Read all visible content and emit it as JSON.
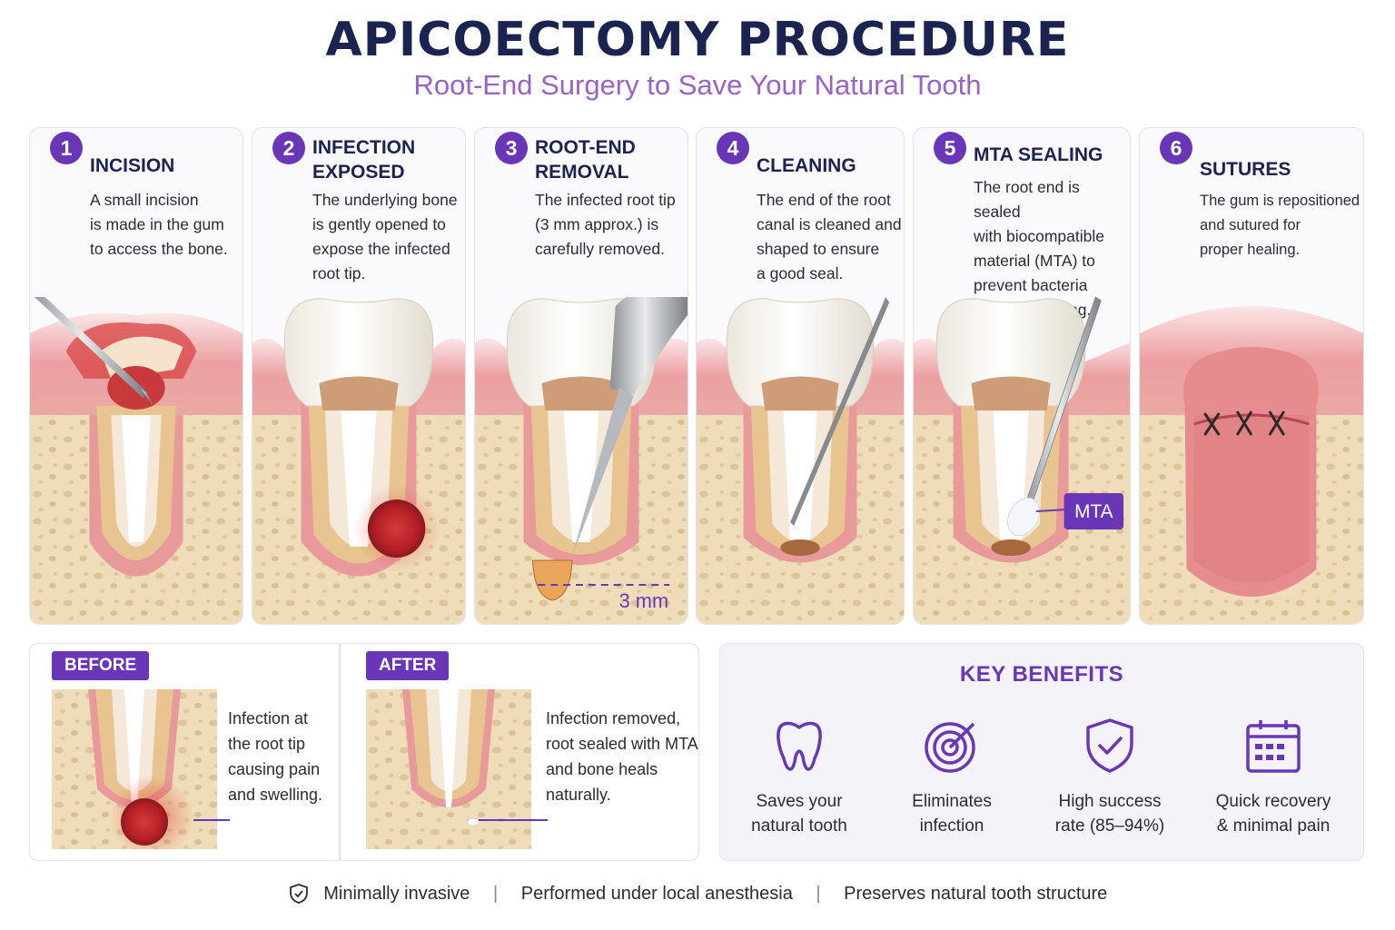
{
  "title": "APICOECTOMY PROCEDURE",
  "subtitle": "Root-End Surgery to Save Your Natural Tooth",
  "colors": {
    "accent": "#6a36b8",
    "title": "#1b2350",
    "subtitle": "#9a62c9",
    "gum": "#e8a0a3",
    "bone": "#efdcb8",
    "infection": "#c0262b"
  },
  "steps": [
    {
      "number": "1",
      "title": "INCISION",
      "desc": [
        "A small incision",
        "is made in the gum",
        "to access the bone."
      ],
      "illustration": "scalpel-gum-flap"
    },
    {
      "number": "2",
      "title": "INFECTION EXPOSED",
      "title_lines": [
        "INFECTION",
        "EXPOSED"
      ],
      "desc": [
        "The underlying bone",
        "is gently opened to",
        "expose the infected",
        "root tip."
      ],
      "illustration": "infected-root-tip"
    },
    {
      "number": "3",
      "title": "ROOT-END REMOVAL",
      "title_lines": [
        "ROOT-END",
        "REMOVAL"
      ],
      "desc": [
        "The infected root tip",
        "(3 mm approx.) is",
        "carefully removed."
      ],
      "illustration": "drill-root-tip",
      "measure_label": "3 mm"
    },
    {
      "number": "4",
      "title": "CLEANING",
      "desc": [
        "The end of the root",
        "canal is cleaned and",
        "shaped to ensure",
        "a good seal."
      ],
      "illustration": "probe-canal-cleaning"
    },
    {
      "number": "5",
      "title": "MTA SEALING",
      "desc": [
        "The root end is sealed",
        "with biocompatible",
        "material (MTA) to",
        "prevent bacteria",
        "from re-entering."
      ],
      "illustration": "mta-seal",
      "callout": "MTA"
    },
    {
      "number": "6",
      "title": "SUTURES",
      "desc": [
        "The gum is repositioned",
        "and sutured for",
        "proper healing."
      ],
      "illustration": "sutured-gum"
    }
  ],
  "before": {
    "badge": "BEFORE",
    "text": [
      "Infection at",
      "the root tip",
      "causing pain",
      "and swelling."
    ]
  },
  "after": {
    "badge": "AFTER",
    "text": [
      "Infection removed,",
      "root sealed with MTA",
      "and bone heals",
      "naturally."
    ]
  },
  "benefits": {
    "title": "KEY BENEFITS",
    "items": [
      {
        "icon": "tooth-icon",
        "label": [
          "Saves your",
          "natural tooth"
        ]
      },
      {
        "icon": "target-icon",
        "label": [
          "Eliminates",
          "infection"
        ]
      },
      {
        "icon": "shield-check-icon",
        "label": [
          "High success",
          "rate (85–94%)"
        ]
      },
      {
        "icon": "calendar-icon",
        "label": [
          "Quick recovery",
          "& minimal pain"
        ]
      }
    ]
  },
  "footer": {
    "icon": "shield-check-icon",
    "items": [
      "Minimally invasive",
      "Performed under local anesthesia",
      "Preserves natural tooth structure"
    ],
    "separator": "|"
  }
}
